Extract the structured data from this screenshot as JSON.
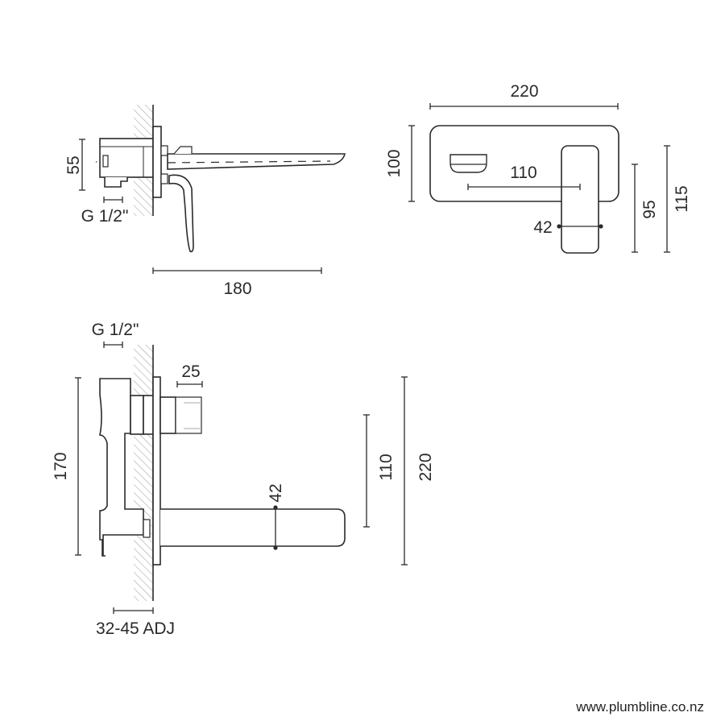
{
  "diagram": {
    "type": "technical-drawing",
    "subject": "wall-mounted basin mixer with spout",
    "line_color": "#2a2a2a",
    "background": "#ffffff",
    "views": {
      "side_view": {
        "dims": {
          "height_55": "55",
          "thread": "G 1/2\"",
          "spout_reach": "180"
        }
      },
      "front_view": {
        "dims": {
          "plate_width": "220",
          "plate_height": "100",
          "spout_to_lever": "110",
          "lever_width": "42",
          "lever_95": "95",
          "lever_115": "115"
        }
      },
      "section_view": {
        "dims": {
          "thread": "G 1/2\"",
          "lever_depth": "25",
          "body_height": "170",
          "spout_height": "42",
          "spout_drop": "110",
          "total_height": "220",
          "wall_adjust": "32-45 ADJ"
        }
      }
    }
  },
  "footer": {
    "website": "www.plumbline.co.nz"
  }
}
